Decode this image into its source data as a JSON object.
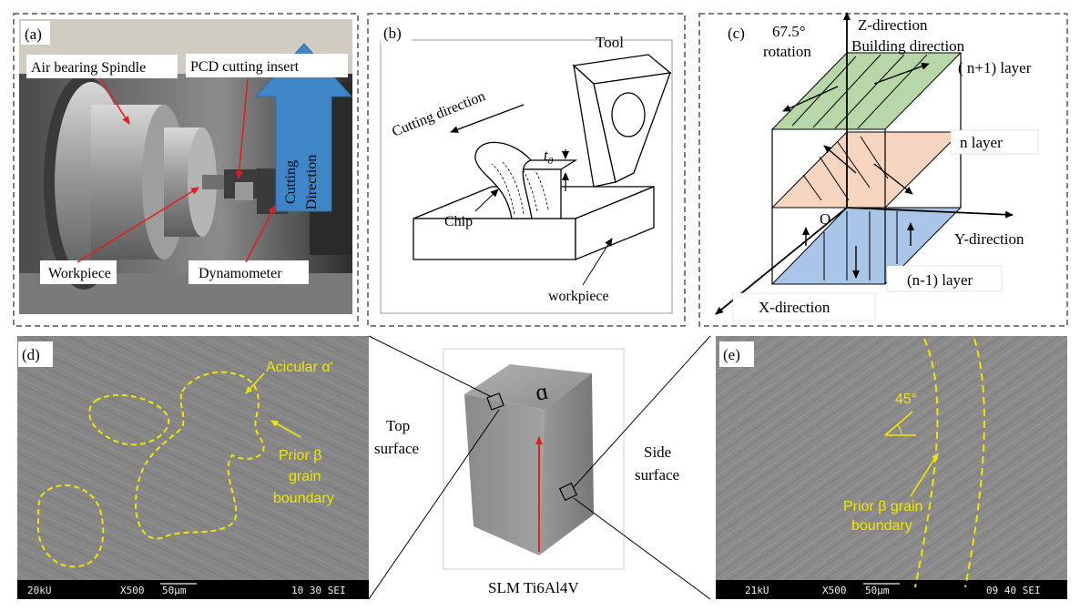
{
  "panel_a": {
    "tag": "(a)",
    "label_spindle": "Air bearing Spindle",
    "label_insert": "PCD cutting insert",
    "arrow_line1": "Cutting",
    "arrow_line2": "Direction",
    "label_workpiece": "Workpiece",
    "label_dynamometer": "Dynamometer"
  },
  "panel_b": {
    "tag": "(b)",
    "label_tool": "Tool",
    "label_cutting_direction": "Cutting direction",
    "label_depth": "t",
    "label_depth_sub": "0",
    "label_chip": "Chip",
    "label_workpiece": "workpiece"
  },
  "panel_c": {
    "tag": "(c)",
    "label_rotation_1": "67.5°",
    "label_rotation_2": "rotation",
    "label_z": "Z-direction",
    "label_build": "Building direction",
    "label_top_layer": "( n+1) layer",
    "label_mid_layer": "n layer",
    "label_origin": "O",
    "label_y": "Y-direction",
    "label_bottom_layer": "(n-1) layer",
    "label_x": "X-direction",
    "colors": {
      "top": "#b7d7a8",
      "mid": "#f6d5c0",
      "bottom": "#a9c6e8"
    }
  },
  "panel_d": {
    "tag": "(d)",
    "label_acicular": "Acicular α′",
    "label_prior_1": "Prior β",
    "label_prior_2": "grain",
    "label_prior_3": "boundary",
    "sem_kv": "20kU",
    "sem_mag": "X500",
    "sem_scale": "50μm",
    "sem_id": "10 30 SEI"
  },
  "center": {
    "label_top_1": "Top",
    "label_top_2": "surface",
    "label_side_1": "Side",
    "label_side_2": "surface",
    "caption": "SLM Ti6Al4V"
  },
  "panel_e": {
    "tag": "(e)",
    "label_angle": "45°",
    "label_prior_1": "Prior β grain",
    "label_prior_2": "boundary",
    "sem_kv": "21kU",
    "sem_mag": "X500",
    "sem_scale": "50μm",
    "sem_id": "09 40 SEI"
  },
  "accent_yellow": "#f2e600",
  "accent_red": "#e02020",
  "accent_blue": "#3f86c9"
}
